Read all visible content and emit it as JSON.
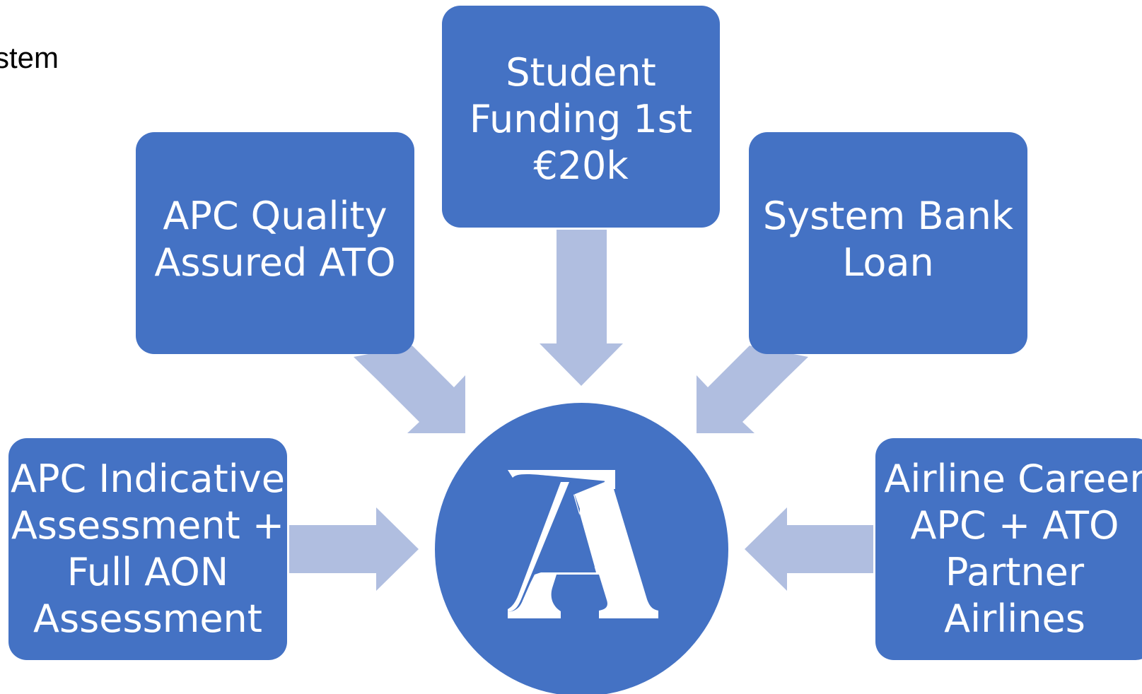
{
  "page": {
    "corner_text": "stem"
  },
  "diagram": {
    "box_color": "#4472c4",
    "arrow_color": "#b0bee0",
    "hub_icon": "stylized-letter-a-logo-icon",
    "boxes": {
      "student_funding": "Student\nFunding 1st\n€20k",
      "quality_ato": "APC Quality\nAssured ATO",
      "bank_loan": "System Bank\nLoan",
      "indicative_assessment": "APC Indicative\nAssessment +\nFull AON\nAssessment",
      "airline_career": "Airline Career\nAPC + ATO\nPartner\nAirlines"
    }
  }
}
